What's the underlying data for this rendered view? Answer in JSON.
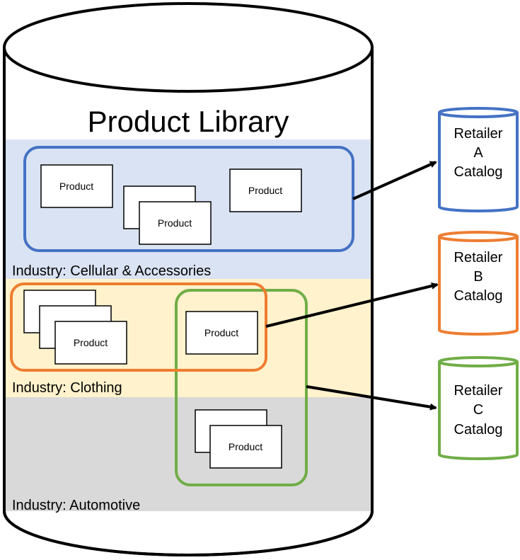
{
  "title": "Product Library",
  "product_label": "Product",
  "industries": {
    "cellular": "Industry: Cellular & Accessories",
    "clothing": "Industry: Clothing",
    "automotive": "Industry: Automotive"
  },
  "catalogs": {
    "a": {
      "line1": "Retailer",
      "line2": "A",
      "line3": "Catalog"
    },
    "b": {
      "line1": "Retailer",
      "line2": "B",
      "line3": "Catalog"
    },
    "c": {
      "line1": "Retailer",
      "line2": "C",
      "line3": "Catalog"
    }
  },
  "colors": {
    "blue": "#4472c4",
    "orange": "#ed7d31",
    "green": "#70ad47",
    "band_blue": "#dae3f3",
    "band_yellow": "#fff2cc",
    "band_gray": "#d9d9d9"
  }
}
